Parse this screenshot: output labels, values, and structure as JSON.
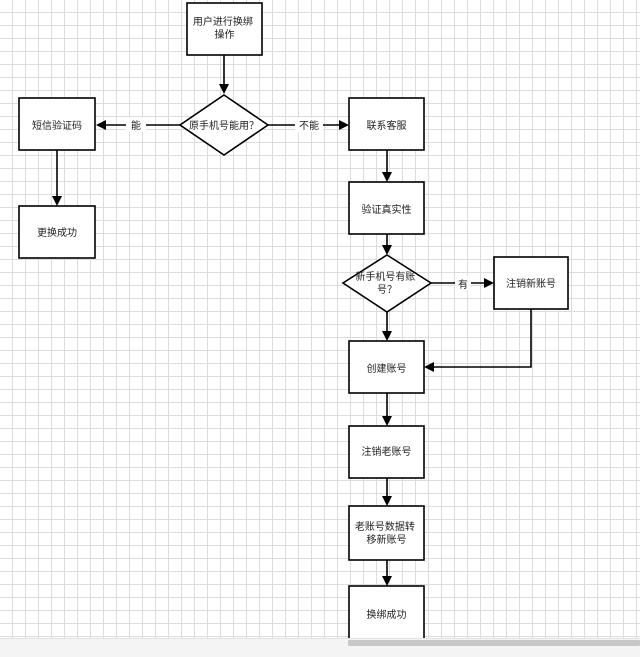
{
  "nodes": {
    "start": "用户进行换绑操作",
    "decision_old": "原手机号能用？",
    "sms": "短信验证码",
    "change_ok": "更换成功",
    "contact": "联系客服",
    "verify": "验证真实性",
    "decision_new": "新手机号有账号？",
    "cancel_new": "注销新账号",
    "create": "创建账号",
    "cancel_old": "注销老账号",
    "migrate": "老账号数据转移新账号",
    "bind_ok": "换绑成功"
  },
  "edges": {
    "yes": "能",
    "no": "不能",
    "has": "有"
  }
}
